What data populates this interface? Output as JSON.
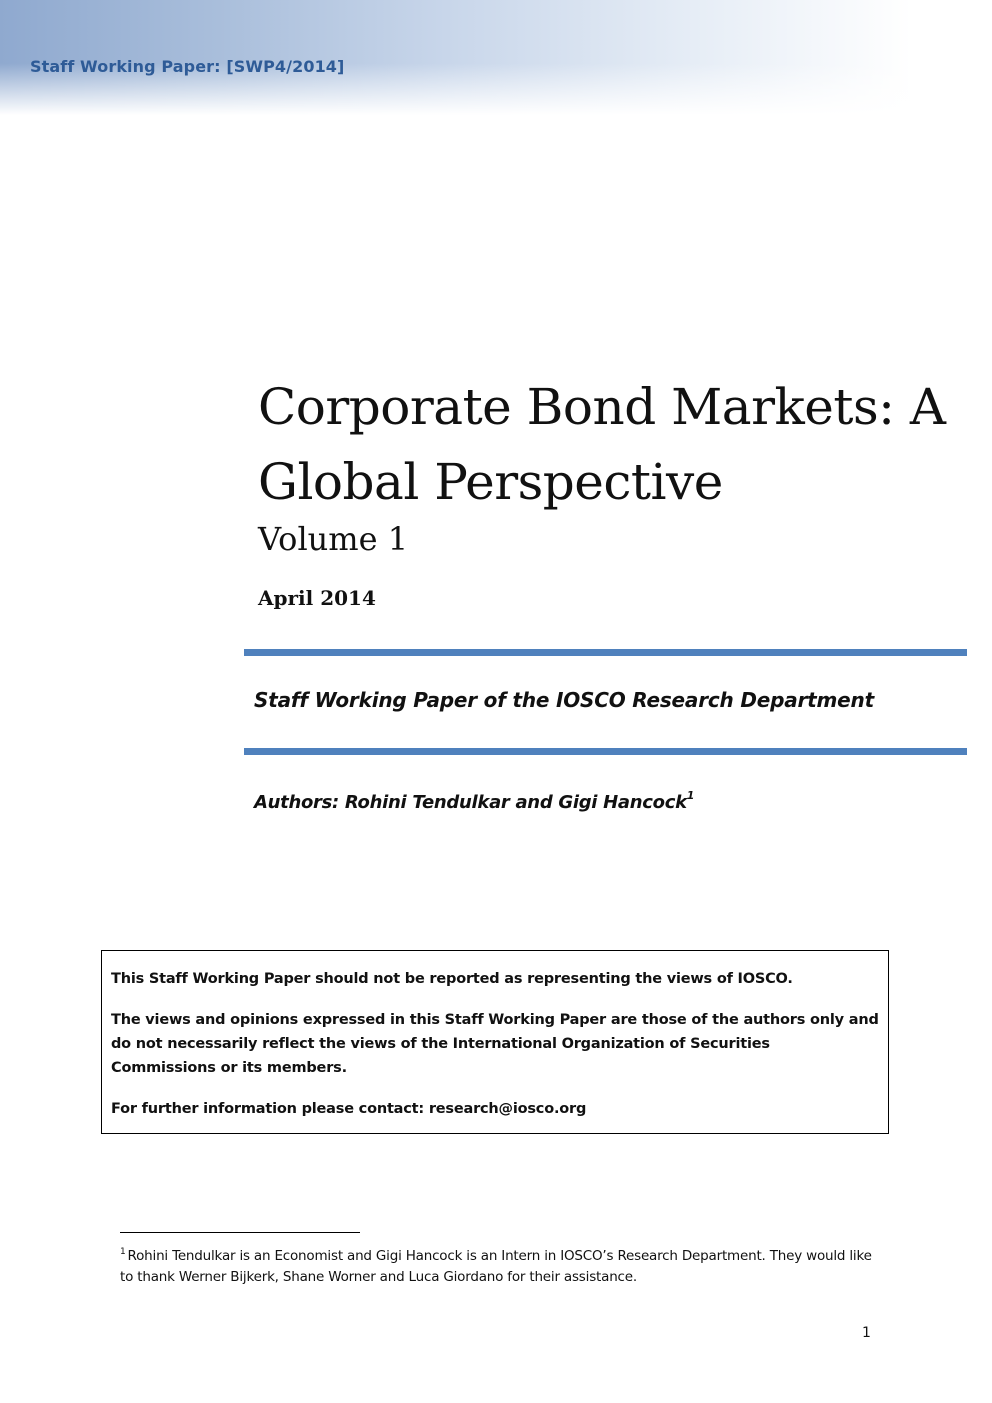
{
  "header": {
    "running_title": "Staff Working Paper: [SWP4/2014]"
  },
  "cover": {
    "title_line1": "Corporate Bond Markets: A",
    "title_line2": "Global Perspective",
    "volume": "Volume 1",
    "date": "April 2014",
    "subtitle": "Staff Working Paper of the IOSCO Research Department",
    "authors": "Authors: Rohini Tendulkar and Gigi Hancock",
    "authors_footnote_mark": "1"
  },
  "disclaimer": {
    "line1": "This Staff Working Paper should not be reported as representing the views of IOSCO.",
    "line2": "The views and opinions expressed in this Staff Working Paper are those of the authors only and do not necessarily reflect the views of the International Organization of Securities Commissions or its members.",
    "line3": "For further information please contact:  research@iosco.org"
  },
  "footnote": {
    "mark": "1",
    "text": "Rohini Tendulkar is an Economist and Gigi Hancock is an Intern in IOSCO’s Research Department. They would like to thank Werner Bijkerk, Shane Worner and Luca Giordano for their assistance."
  },
  "page_number": "1",
  "colors": {
    "header_text": "#2e5b97",
    "rule": "#4f81bd"
  }
}
